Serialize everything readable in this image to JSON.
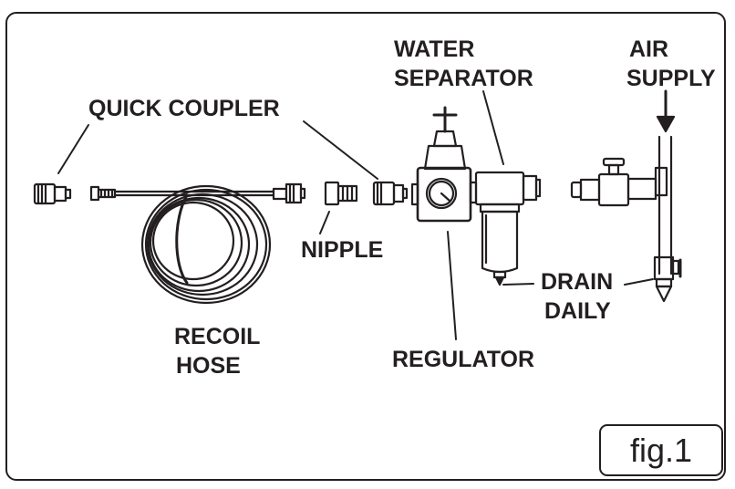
{
  "figure": {
    "label": "fig.1",
    "line_color": "#231f20",
    "background": "#ffffff"
  },
  "labels": {
    "quick_coupler": "QUICK COUPLER",
    "nipple": "NIPPLE",
    "recoil_hose_line1": "RECOIL",
    "recoil_hose_line2": "HOSE",
    "water_separator_line1": "WATER",
    "water_separator_line2": "SEPARATOR",
    "regulator": "REGULATOR",
    "air_supply_line1": "AIR",
    "air_supply_line2": "SUPPLY",
    "drain_daily_line1": "DRAIN",
    "drain_daily_line2": "DAILY"
  }
}
